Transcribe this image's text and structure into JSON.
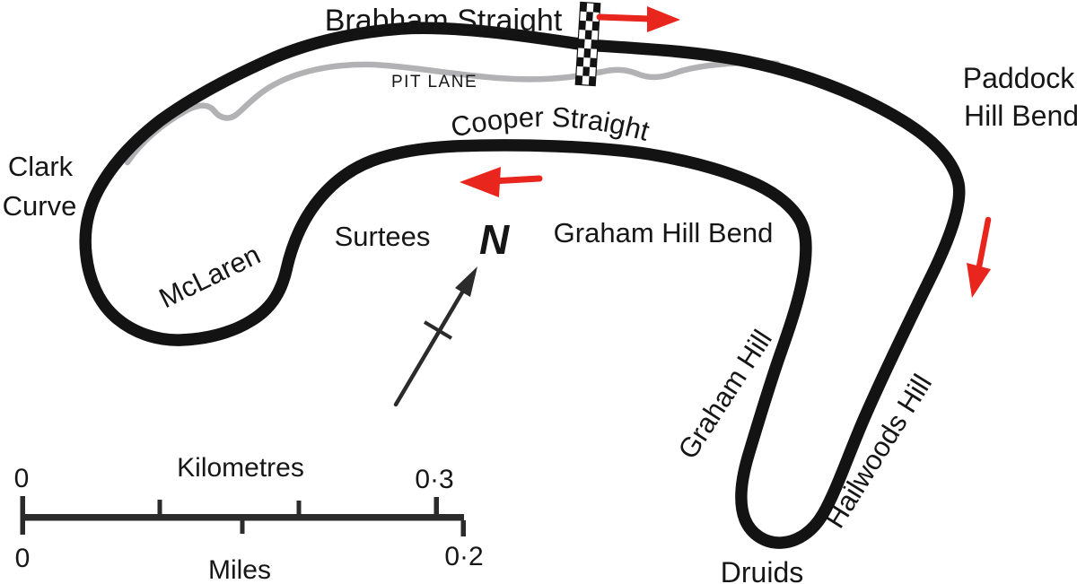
{
  "colors": {
    "track": "#131313",
    "pit_lane": "#b2b2b4",
    "pit_lane_text": "#a2a2a2",
    "direction_arrow": "#e8261d",
    "label_text": "#161616"
  },
  "track_labels": {
    "brabham_straight": "Brabham Straight",
    "paddock_hill_bend": [
      "Paddock",
      "Hill Bend"
    ],
    "hailwoods_hill": "Hailwoods Hill",
    "druids": "Druids",
    "graham_hill": "Graham Hill",
    "graham_hill_bend": "Graham Hill Bend",
    "cooper_straight": "Cooper Straight",
    "surtees": "Surtees",
    "mclaren": "McLaren",
    "clark_curve": [
      "Clark",
      "Curve"
    ]
  },
  "pit_lane": {
    "label": "PIT LANE"
  },
  "compass": {
    "north": "N"
  },
  "scale_bar": {
    "kilometres": {
      "start": "0",
      "label": "Kilometres",
      "end": "0·3"
    },
    "miles": {
      "start": "0",
      "label": "Miles",
      "end": "0·2"
    }
  }
}
